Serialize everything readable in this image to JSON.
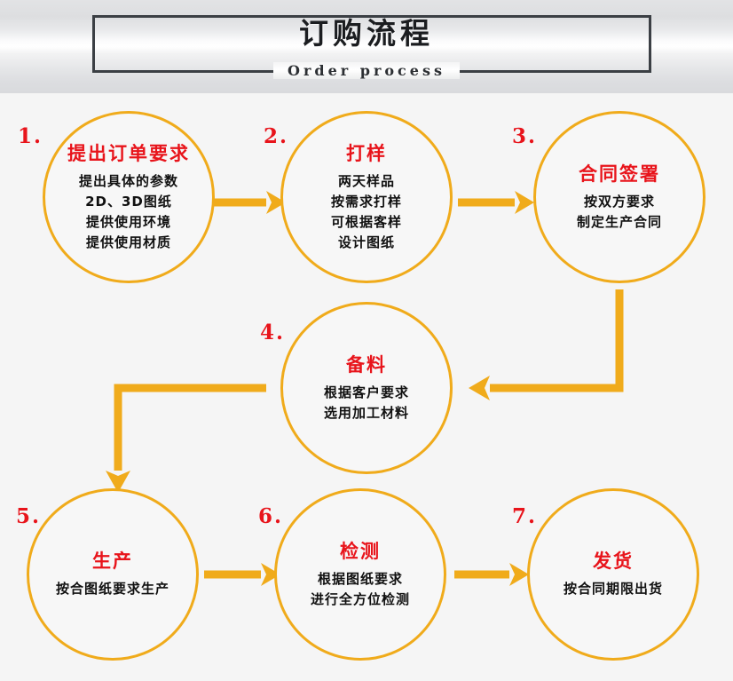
{
  "header": {
    "title_cn": "订购流程",
    "subtitle_en": "Order process"
  },
  "colors": {
    "accent": "#f0ab1b",
    "title_red": "#e8141b",
    "body_text": "#101010",
    "frame": "#3b3f44",
    "canvas_bg": "#f5f5f5"
  },
  "steps": [
    {
      "number": "1.",
      "title": "提出订单要求",
      "lines": [
        "提出具体的参数",
        "2D、3D图纸",
        "提供使用环境",
        "提供使用材质"
      ]
    },
    {
      "number": "2.",
      "title": "打样",
      "lines": [
        "两天样品",
        "按需求打样",
        "可根据客样",
        "设计图纸"
      ]
    },
    {
      "number": "3.",
      "title": "合同签署",
      "lines": [
        "按双方要求",
        "制定生产合同"
      ]
    },
    {
      "number": "4.",
      "title": "备料",
      "lines": [
        "根据客户要求",
        "选用加工材料"
      ]
    },
    {
      "number": "5.",
      "title": "生产",
      "lines": [
        "按合图纸要求生产"
      ]
    },
    {
      "number": "6.",
      "title": "检测",
      "lines": [
        "根据图纸要求",
        "进行全方位检测"
      ]
    },
    {
      "number": "7.",
      "title": "发货",
      "lines": [
        "按合同期限出货"
      ]
    }
  ],
  "connectors": [
    {
      "name": "arrow-step1-to-step2",
      "direction": "right"
    },
    {
      "name": "arrow-step2-to-step3",
      "direction": "right"
    },
    {
      "name": "arrow-step3-to-step4",
      "direction": "elbow-down-left"
    },
    {
      "name": "arrow-step4-to-step5",
      "direction": "elbow-left-down"
    },
    {
      "name": "arrow-step5-to-step6",
      "direction": "right"
    },
    {
      "name": "arrow-step6-to-step7",
      "direction": "right"
    }
  ]
}
